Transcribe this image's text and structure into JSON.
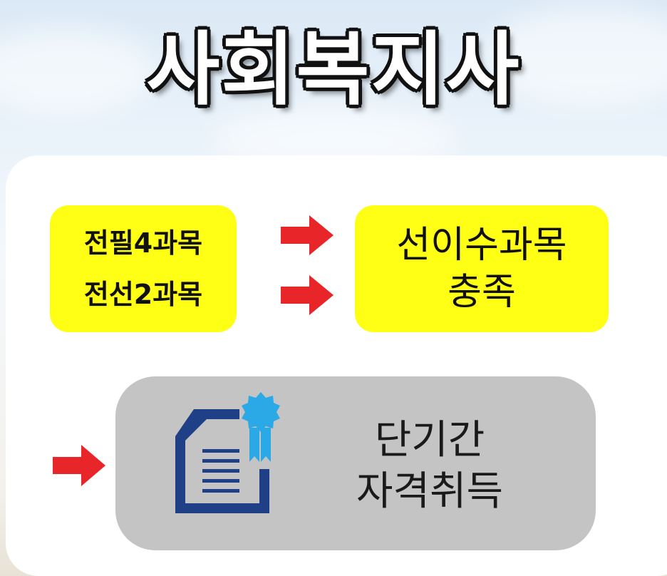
{
  "title": "사회복지사",
  "left_box": {
    "line1": "전필4과목",
    "line2": "전선2과목"
  },
  "right_box": {
    "line1": "선이수과목",
    "line2": "충족"
  },
  "result_box": {
    "line1": "단기간",
    "line2": "자격취득"
  },
  "icons": {
    "arrow": "right-arrow-icon",
    "certificate": "certificate-icon"
  },
  "colors": {
    "highlight": "#ffff16",
    "arrow": "#e8262a",
    "result_box": "#c4c4c4",
    "certificate_doc": "#1f3f86",
    "certificate_badge": "#2ba8e6"
  }
}
